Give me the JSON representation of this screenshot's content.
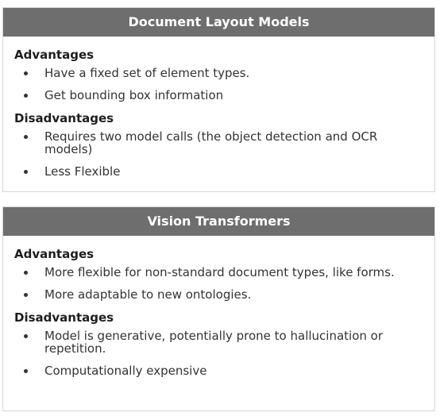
{
  "cards": [
    {
      "title": "Document Layout Models",
      "advantages_label": "Advantages",
      "advantages": [
        "Have a fixed set of element types.",
        "Get bounding box information"
      ],
      "disadvantages_label": "Disadvantages",
      "disadvantages": [
        "Requires two model calls (the object detection and OCR models)",
        "Less Flexible"
      ]
    },
    {
      "title": "Vision Transformers",
      "advantages_label": "Advantages",
      "advantages": [
        "More flexible for non-standard document types, like forms.",
        "More adaptable to new ontologies."
      ],
      "disadvantages_label": "Disadvantages",
      "disadvantages": [
        "Model is generative, potentially prone to hallucination or repetition.",
        "Computationally expensive"
      ]
    }
  ],
  "colors": {
    "header_bg": "#6e6e6e",
    "header_text": "#ffffff",
    "border": "#d6d6d6"
  }
}
